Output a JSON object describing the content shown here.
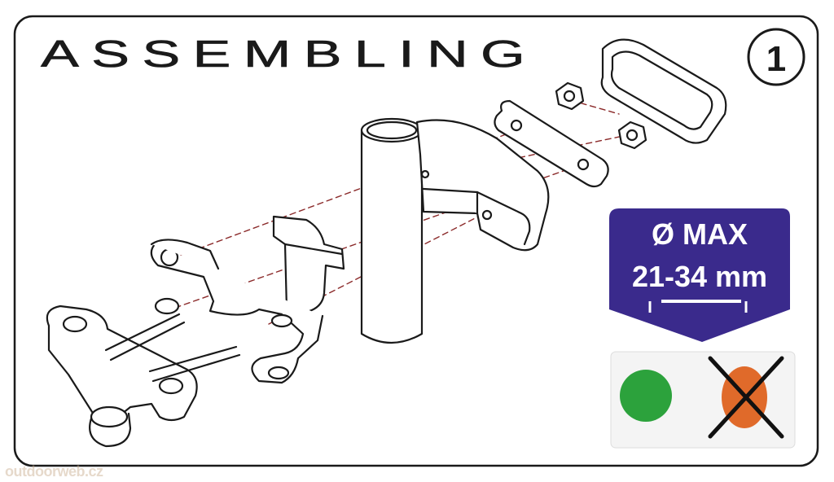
{
  "card": {
    "title": "ASSEMBLING",
    "step_number": "1"
  },
  "diameter_box": {
    "line1": "Ø MAX",
    "line2": "21-34 mm"
  },
  "indicators": {
    "ok_icon": "green-dot-icon",
    "not_ok_icon": "crossed-orange-dot-icon"
  },
  "watermark": {
    "text": "outdoorweb.cz"
  },
  "colors": {
    "frame": "#000000",
    "box_fill": "#3a2a8c",
    "box_text": "#ffffff",
    "ok": "#2ca23c",
    "not_ok": "#e06a2a",
    "cross": "#111111",
    "dashes": "#8b2a2a"
  }
}
